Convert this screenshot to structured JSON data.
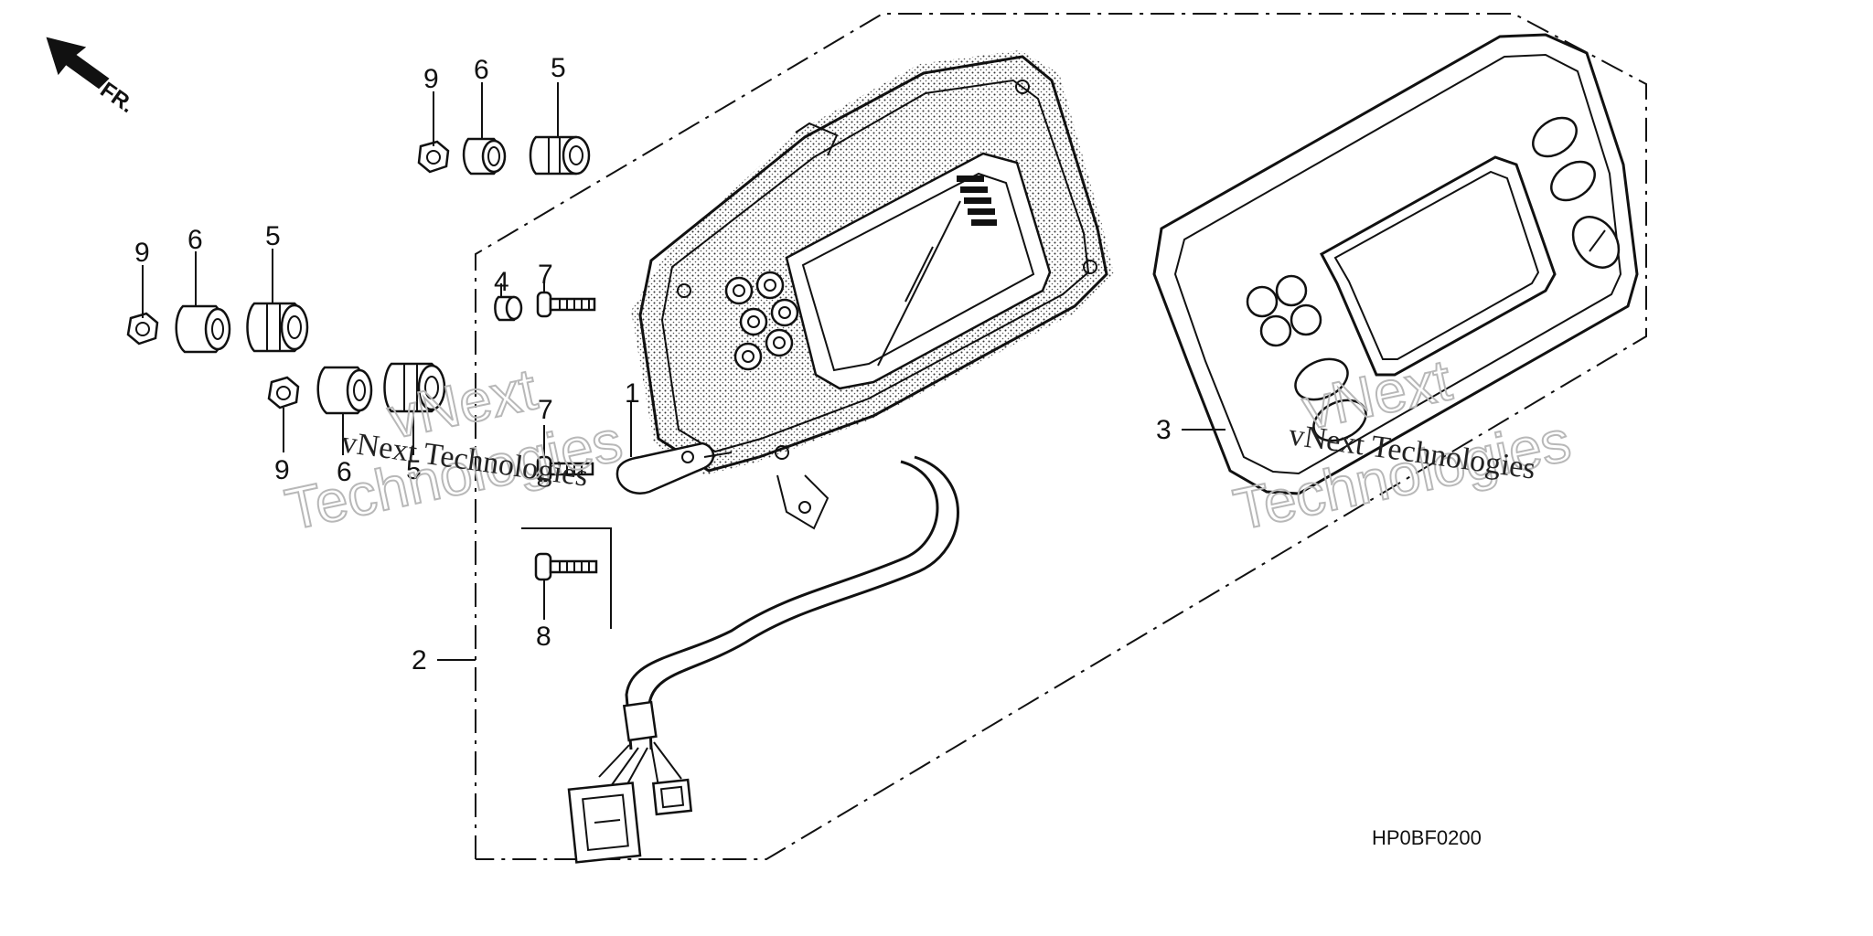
{
  "direction_label": "FR.",
  "diagram_code": "HP0BF0200",
  "watermark": {
    "line1": "vNext Technologies",
    "outline1": "vNext",
    "outline2": "Technologies"
  },
  "callouts": {
    "c1": "1",
    "c2": "2",
    "c3": "3",
    "c4": "4",
    "c5a": "5",
    "c5b": "5",
    "c5c": "5",
    "c6a": "6",
    "c6b": "6",
    "c6c": "6",
    "c7a": "7",
    "c7b": "7",
    "c8": "8",
    "c9a": "9",
    "c9b": "9",
    "c9c": "9"
  }
}
